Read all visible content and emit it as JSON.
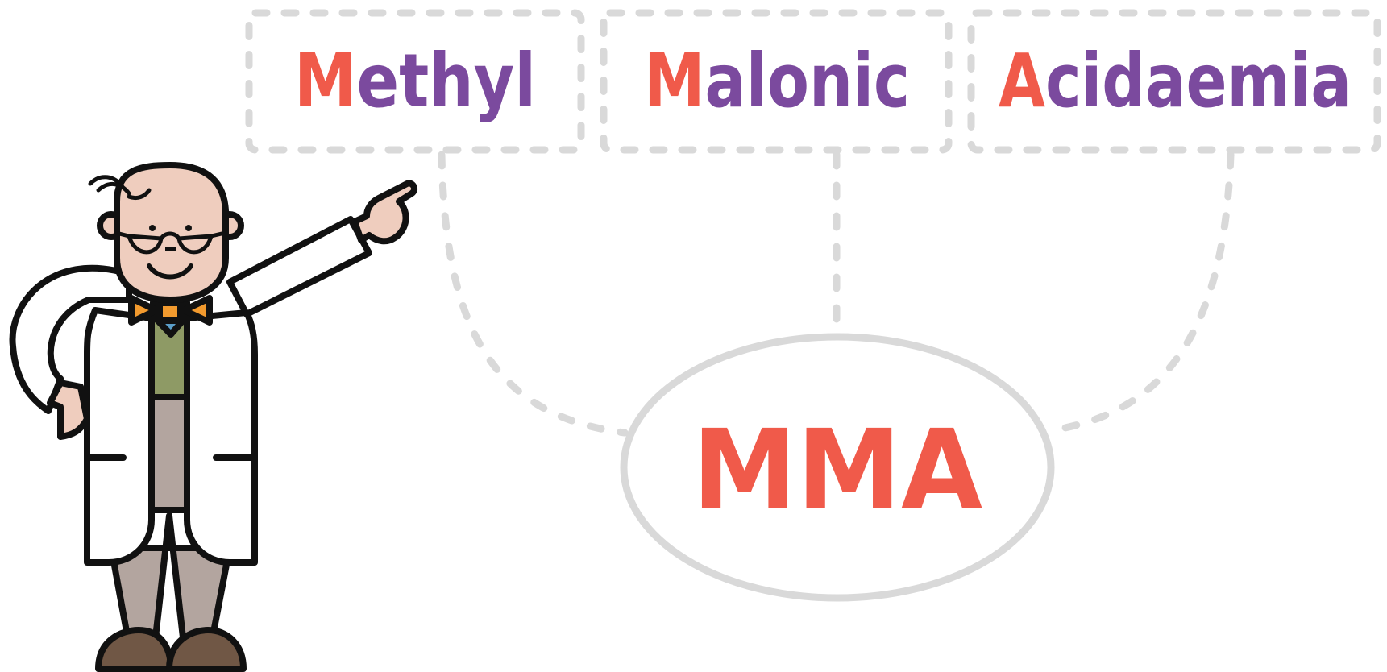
{
  "colors": {
    "accent": "#F05A4A",
    "word": "#7B4A9E",
    "dash": "#D9D9D9"
  },
  "terms": [
    {
      "initial": "M",
      "rest": "ethyl"
    },
    {
      "initial": "M",
      "rest": "alonic"
    },
    {
      "initial": "A",
      "rest": "cidaemia"
    }
  ],
  "acronym": "MMA",
  "icons": {
    "character": "scientist-pointing-icon"
  }
}
